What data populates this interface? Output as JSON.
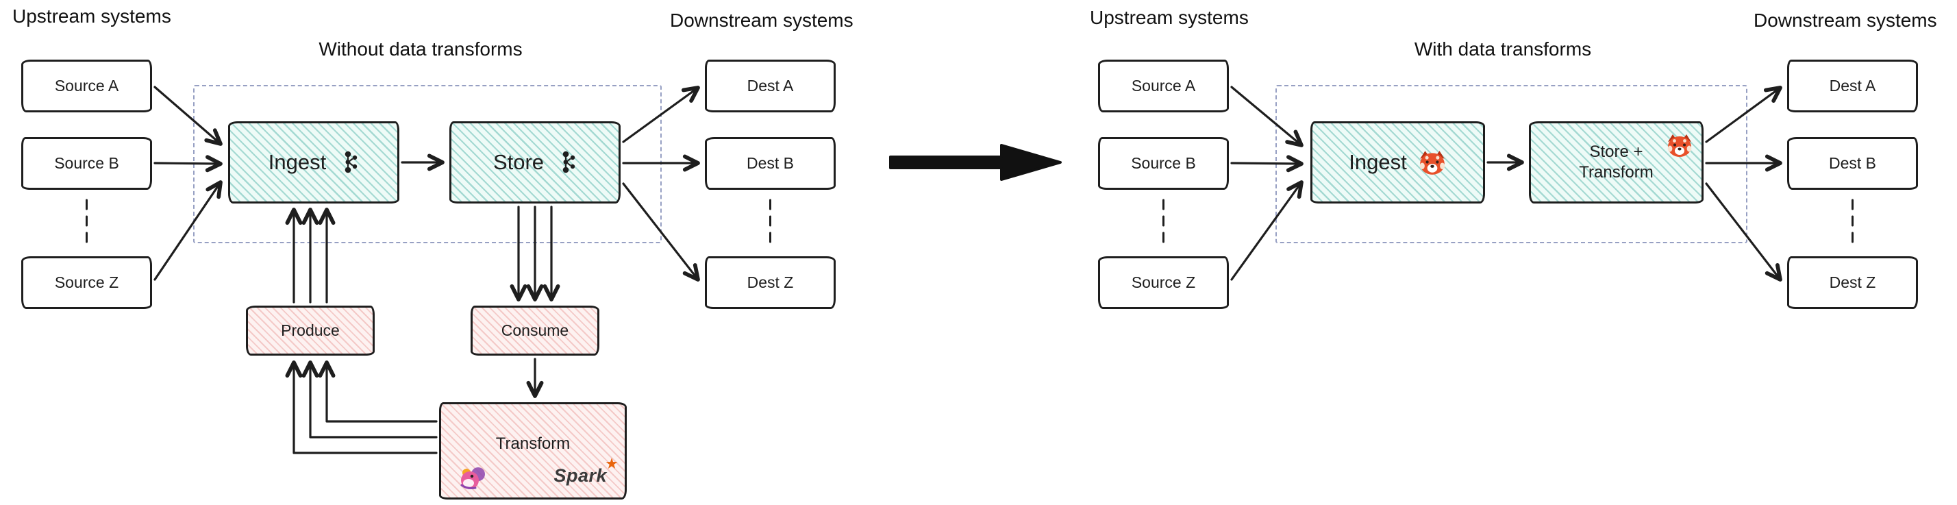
{
  "colors": {
    "stroke": "#1e1e1e",
    "teal_fill": "#eefbf7",
    "teal_hatch": "#0d9488",
    "pink_fill": "#fdf2f1",
    "pink_hatch": "#d9534f",
    "dashed_frame": "#97a0c3",
    "spark_orange": "#e8650d",
    "redpanda_orange": "#e8502a"
  },
  "left": {
    "title": "Without data transforms",
    "upstream_label": "Upstream systems",
    "downstream_label": "Downstream systems",
    "sources": [
      "Source A",
      "Source B",
      "Source Z"
    ],
    "dests": [
      "Dest A",
      "Dest B",
      "Dest Z"
    ],
    "ingest_label": "Ingest",
    "store_label": "Store",
    "produce_label": "Produce",
    "consume_label": "Consume",
    "transform_label": "Transform",
    "spark_label": "Spark"
  },
  "right": {
    "title": "With data transforms",
    "upstream_label": "Upstream systems",
    "downstream_label": "Downstream systems",
    "sources": [
      "Source A",
      "Source B",
      "Source Z"
    ],
    "dests": [
      "Dest A",
      "Dest B",
      "Dest Z"
    ],
    "ingest_label": "Ingest",
    "store_transform_label": "Store + Transform"
  }
}
